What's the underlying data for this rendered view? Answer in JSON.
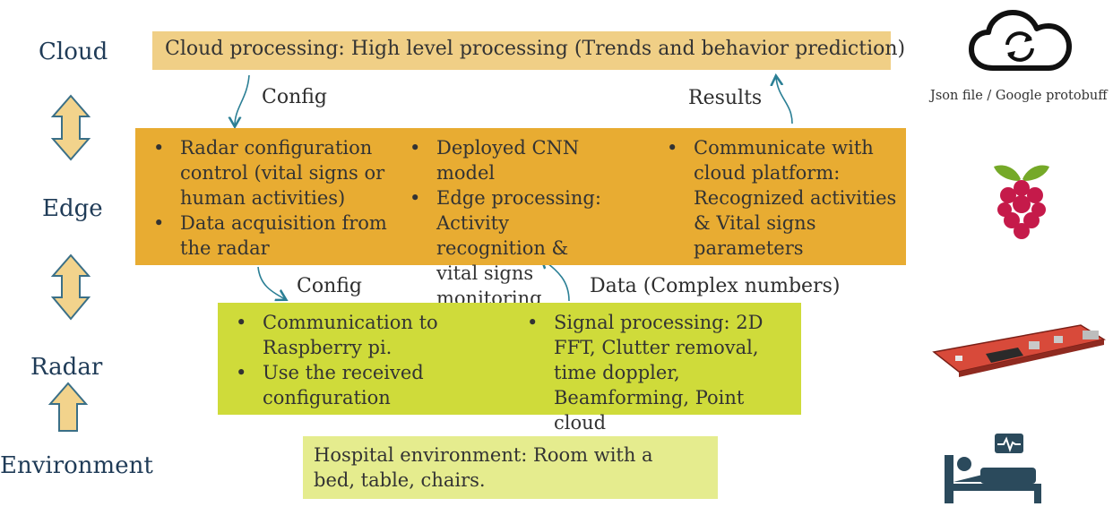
{
  "layers": {
    "cloud": "Cloud",
    "edge": "Edge",
    "radar": "Radar",
    "environment": "Environment"
  },
  "cloud_box": {
    "text": "Cloud processing:  High level processing  (Trends  and  behavior  prediction)"
  },
  "edge_box": {
    "col1": [
      "Radar configuration control (vital signs or human activities)",
      "Data acquisition from the radar"
    ],
    "col2": [
      "Deployed CNN model",
      "Edge processing: Activity recognition & vital signs monitoring"
    ],
    "col3": [
      "Communicate with cloud platform: Recognized activities & Vital signs parameters"
    ]
  },
  "radar_box": {
    "col1": [
      "Communication to Raspberry pi.",
      "Use the received configuration"
    ],
    "col2": [
      "Signal processing: 2D FFT, Clutter removal, time doppler, Beamforming, Point cloud"
    ]
  },
  "environment_box": {
    "text": "Hospital environment:  Room with a bed, table, chairs."
  },
  "flow_labels": {
    "config_top": "Config",
    "results": "Results",
    "config_bottom": "Config",
    "data": "Data (Complex numbers)"
  },
  "side_caption": "Json file / Google protobuff",
  "icons": {
    "cloud": "cloud-sync-icon",
    "edge": "raspberry-pi-icon",
    "radar": "radar-board-icon",
    "environment": "hospital-bed-icon"
  },
  "colors": {
    "cloud_box": "#f0cf86",
    "edge_box": "#e8ac32",
    "radar_box": "#cfdb3a",
    "environment_box": "#e5ec8e",
    "arrow_fill": "#f2d38c",
    "arrow_stroke": "#3a6f87",
    "flow_arrow": "#2b7f95"
  }
}
